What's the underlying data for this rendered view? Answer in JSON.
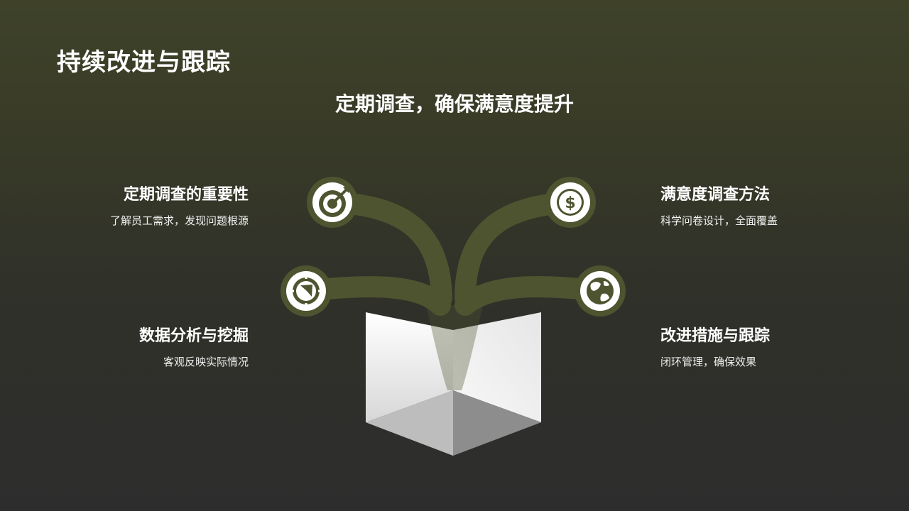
{
  "title": "持续改进与跟踪",
  "subtitle": "定期调查，确保满意度提升",
  "items": [
    {
      "heading": "定期调查的重要性",
      "desc": "了解员工需求，发现问题根源",
      "icon": "target-icon"
    },
    {
      "heading": "满意度调查方法",
      "desc": "科学问卷设计，全面覆盖",
      "icon": "dollar-icon"
    },
    {
      "heading": "数据分析与挖掘",
      "desc": "客观反映实际情况",
      "icon": "compass-icon"
    },
    {
      "heading": "改进措施与跟踪",
      "desc": "闭环管理，确保效果",
      "icon": "globe-icon"
    }
  ],
  "colors": {
    "accent": "#4f5430",
    "icon_fill": "#ffffff",
    "text": "#ffffff"
  }
}
